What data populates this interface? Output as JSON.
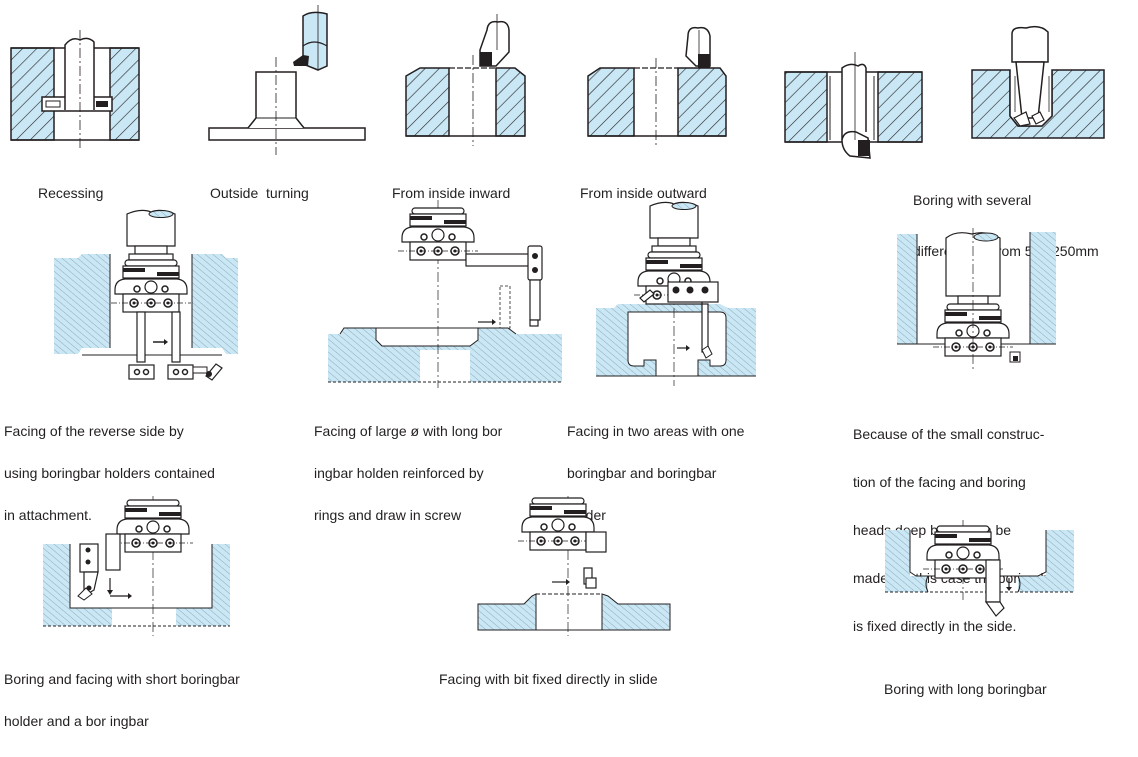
{
  "page": {
    "background": "#ffffff",
    "material_fill": "#c9e7f5",
    "line_color": "#231f20"
  },
  "figures": [
    {
      "id": "recessing",
      "caption": [
        "Recessing"
      ]
    },
    {
      "id": "outside-turning",
      "caption": [
        "Outside  turning"
      ]
    },
    {
      "id": "from-inside-inward",
      "caption": [
        "From inside inward"
      ]
    },
    {
      "id": "from-inside-outward",
      "caption": [
        "From inside outward"
      ]
    },
    {
      "id": "boring-several-bits",
      "caption": [
        "Boring with several",
        "different bits from 5Ø -250mm"
      ]
    },
    {
      "id": "facing-reverse-side",
      "caption": [
        "Facing of the reverse side by",
        "using boringbar holders contained",
        "in attachment."
      ]
    },
    {
      "id": "facing-large-diameter",
      "caption": [
        "Facing of large ø with long bor",
        "ingbar holden reinforced by",
        "rings and draw in screw"
      ]
    },
    {
      "id": "facing-two-areas",
      "caption": [
        "Facing in two areas with one",
        "boringbar and boringbar",
        "holder"
      ]
    },
    {
      "id": "deep-bores",
      "caption": [
        "Because of the small construc-",
        "tion of the facing and boring",
        "heads deep bores can be",
        "made.  In this case the boring bit",
        "is fixed directly in the side."
      ]
    },
    {
      "id": "boring-and-facing-short",
      "caption": [
        "Boring and facing with short boringbar",
        "holder and a bor ingbar"
      ]
    },
    {
      "id": "facing-bit-in-slide",
      "caption": [
        "Facing with bit fixed directly in slide"
      ]
    },
    {
      "id": "boring-long-boringbar",
      "caption": [
        "Boring with long boringbar"
      ]
    }
  ]
}
